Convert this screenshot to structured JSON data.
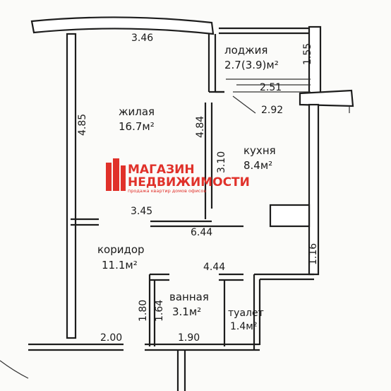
{
  "rooms": {
    "living": {
      "name": "жилая",
      "area": "16.7м²"
    },
    "kitchen": {
      "name": "кухня",
      "area": "8.4м²"
    },
    "loggia": {
      "name": "лоджия",
      "area": "2.7(3.9)м²"
    },
    "corridor": {
      "name": "коридор",
      "area": "11.1м²"
    },
    "bathroom": {
      "name": "ванная",
      "area": "3.1м²"
    },
    "toilet": {
      "name": "туалет",
      "area": "1.4м²"
    }
  },
  "dimensions": {
    "d346": "3.46",
    "d485": "4.85",
    "d484": "4.84",
    "d310": "3.10",
    "d345": "3.45",
    "d644": "6.44",
    "d155": "1.55",
    "d251": "2.51",
    "d292": "2.92",
    "d116": "1.16",
    "d444": "4.44",
    "d180": "1.80",
    "d164": "1.64",
    "d200": "2.00",
    "d190": "1.90"
  },
  "watermark": {
    "line1": "МАГАЗИН",
    "line2": "НЕДВИЖИМОСТИ",
    "line3": "продажа квартир домов офисов",
    "color": "#e0312a"
  }
}
